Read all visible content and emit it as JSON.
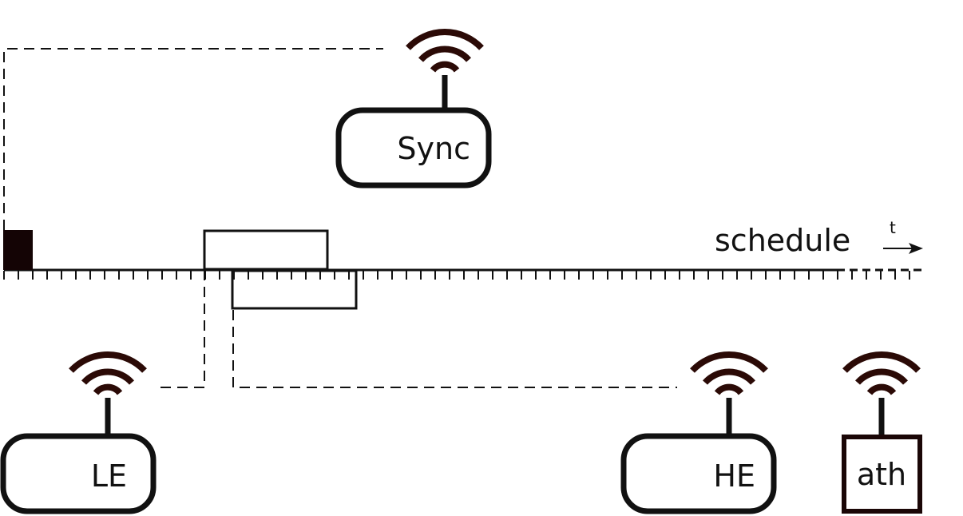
{
  "devices": {
    "sync": {
      "label": "Sync"
    },
    "le": {
      "label": "LE"
    },
    "he": {
      "label": "HE"
    },
    "ath": {
      "label": "ath"
    }
  },
  "timeline": {
    "label": "schedule",
    "time_label": "t"
  },
  "colors": {
    "ink": "#111111",
    "antenna": "#2b0a06",
    "sync_block": "#140405"
  }
}
